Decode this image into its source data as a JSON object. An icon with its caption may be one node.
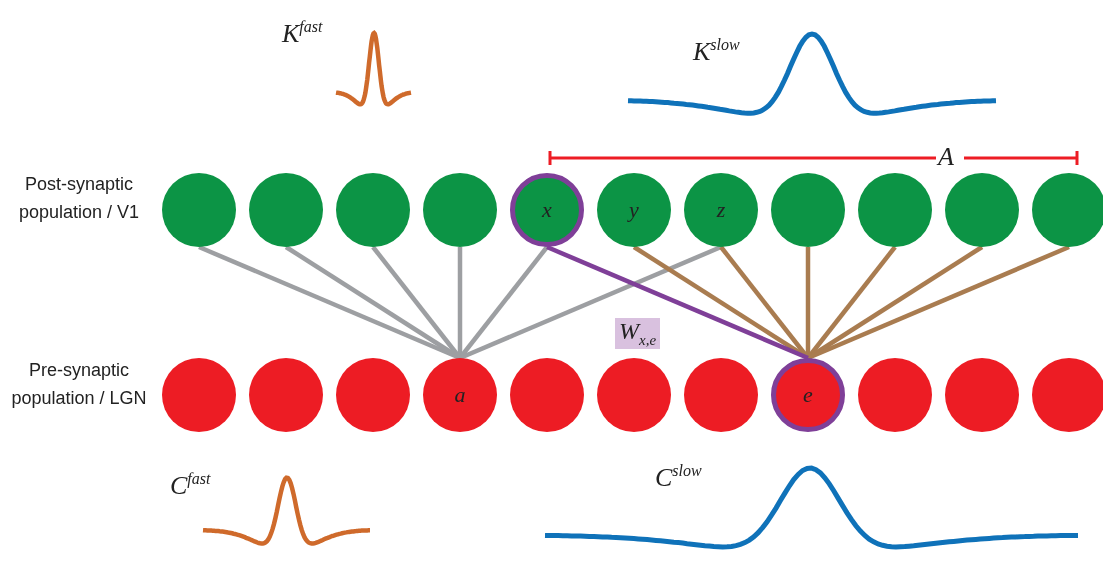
{
  "diagram": {
    "nodes": [
      {
        "text": [],
        "shape": "circle"
      },
      {
        "text": [],
        "shape": "circle"
      },
      {
        "text": [],
        "shape": "circle"
      },
      {
        "text": [],
        "shape": "circle"
      },
      {
        "text": [
          "x"
        ]
      },
      {
        "text": [
          "y"
        ]
      },
      {
        "text": [
          "z"
        ]
      },
      {
        "text": [],
        "shape": "circle"
      },
      {
        "text": [],
        "shape": "circle"
      },
      {
        "text": [],
        "shape": "circle"
      },
      {
        "text": [],
        "shape": "circle"
      },
      {
        "text": [],
        "shape": "circle"
      },
      {
        "text": [],
        "shape": "circle"
      },
      {
        "text": [],
        "shape": "circle"
      },
      {
        "text": [
          "a"
        ]
      },
      {
        "text": [],
        "shape": "circle"
      },
      {
        "text": [],
        "shape": "circle"
      },
      {
        "text": [],
        "shape": "circle"
      },
      {
        "text": [
          "e"
        ]
      },
      {
        "text": [],
        "shape": "circle"
      },
      {
        "text": [],
        "shape": "circle"
      },
      {
        "text": [],
        "shape": "circle"
      }
    ],
    "edges": [
      {
        "from": 0,
        "to": 14,
        "arrow": "none",
        "color": "#9d9fa2"
      },
      {
        "from": 1,
        "to": 14,
        "arrow": "none",
        "color": "#9d9fa2"
      },
      {
        "from": 2,
        "to": 14,
        "arrow": "none",
        "color": "#9d9fa2"
      },
      {
        "from": 3,
        "to": 14,
        "arrow": "none",
        "color": "#9d9fa2"
      },
      {
        "from": 4,
        "to": 14,
        "arrow": "none",
        "color": "#9d9fa2"
      },
      {
        "from": 6,
        "to": 14,
        "arrow": "none",
        "color": "#9d9fa2"
      },
      {
        "from": 5,
        "to": 18,
        "arrow": "none",
        "color": "#a97c50"
      },
      {
        "from": 6,
        "to": 18,
        "arrow": "none",
        "color": "#a97c50"
      },
      {
        "from": 7,
        "to": 18,
        "arrow": "none",
        "color": "#a97c50"
      },
      {
        "from": 8,
        "to": 18,
        "arrow": "none",
        "color": "#a97c50"
      },
      {
        "from": 9,
        "to": 18,
        "arrow": "none",
        "color": "#a97c50"
      },
      {
        "from": 10,
        "to": 18,
        "arrow": "none",
        "color": "#a97c50"
      },
      {
        "from": 4,
        "to": 18,
        "arrow": "none",
        "color": "#7f3f98",
        "label": "W$_{x,e}$"
      }
    ],
    "labels": [
      "K$^{fast}$",
      "K$^{slow}$",
      "A",
      "Post-synaptic population / V1",
      "Pre-synaptic population / LGN",
      "C$^{fast}$",
      "C$^{slow}$"
    ]
  }
}
